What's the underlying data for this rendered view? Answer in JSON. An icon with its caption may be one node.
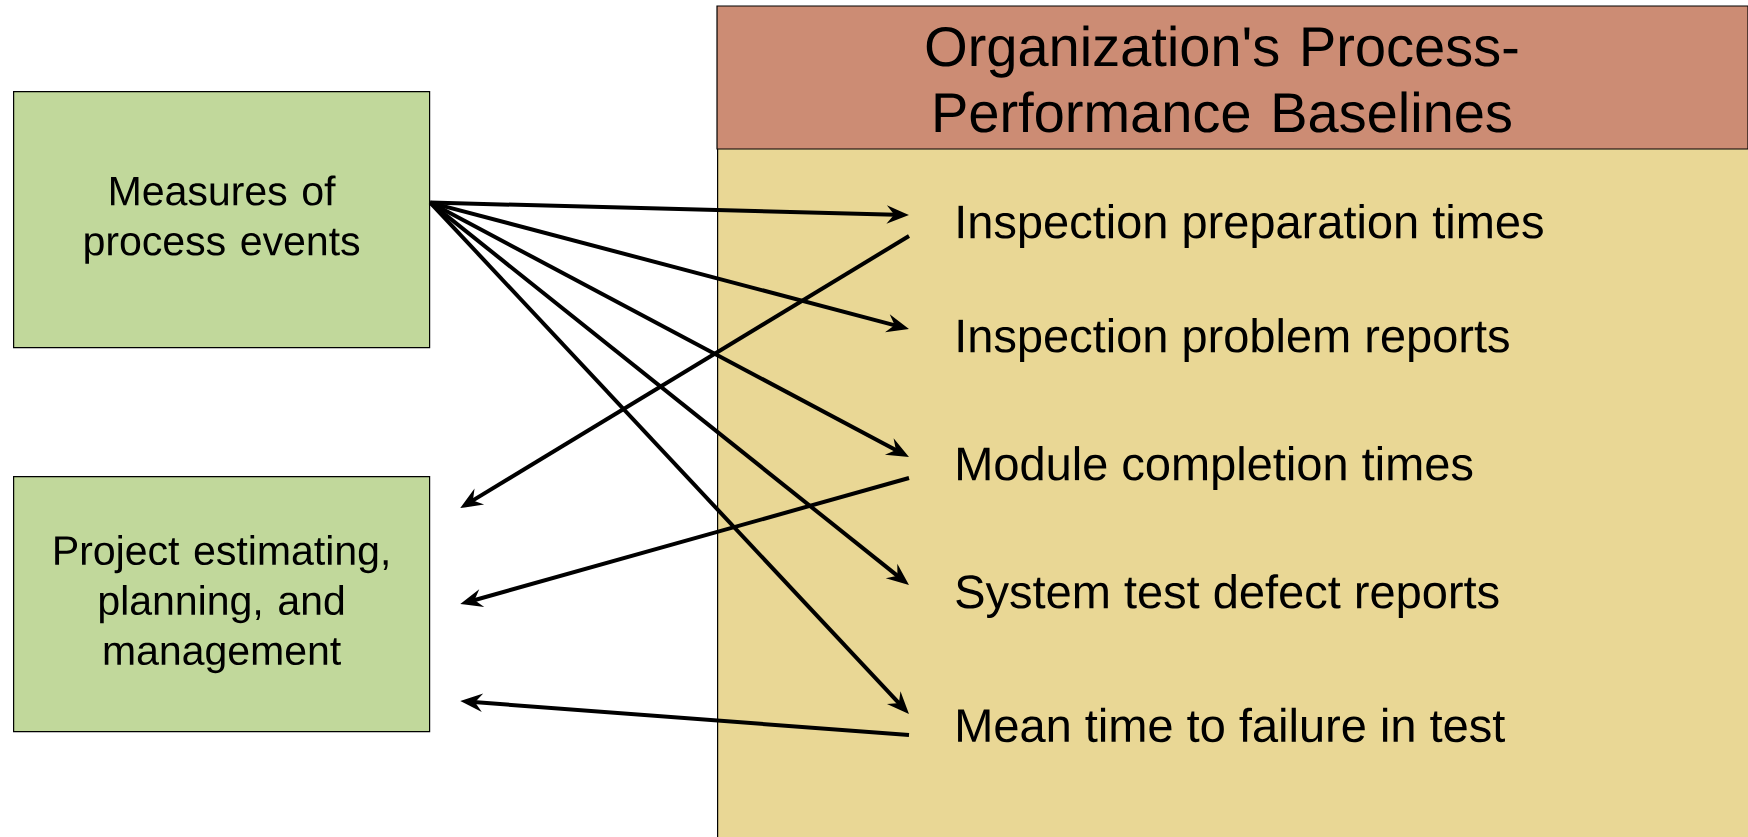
{
  "diagram": {
    "nodes": [
      {
        "text": [
          "Measures of process events"
        ]
      },
      {
        "text": [
          "Project estimating, planning, and management"
        ]
      },
      {
        "text": [
          "Organization's Process-Performance Baselines"
        ]
      },
      {
        "text": [
          "Inspection preparation times"
        ],
        "in": 2
      },
      {
        "text": [
          "Inspection problem reports"
        ],
        "in": 2
      },
      {
        "text": [
          "Module completion times"
        ],
        "in": 2
      },
      {
        "text": [
          "System test defect reports"
        ],
        "in": 2
      },
      {
        "text": [
          "Mean time to failure in test"
        ],
        "in": 2
      }
    ],
    "edges": [
      {
        "from": 0,
        "to": 3,
        "arrow": "to"
      },
      {
        "from": 0,
        "to": 4,
        "arrow": "to"
      },
      {
        "from": 0,
        "to": 5,
        "arrow": "to"
      },
      {
        "from": 0,
        "to": 6,
        "arrow": "to"
      },
      {
        "from": 0,
        "to": 7,
        "arrow": "to"
      },
      {
        "from": 3,
        "to": 1,
        "arrow": "to"
      },
      {
        "from": 5,
        "to": 1,
        "arrow": "to"
      },
      {
        "from": 7,
        "to": 1,
        "arrow": "to"
      }
    ]
  }
}
